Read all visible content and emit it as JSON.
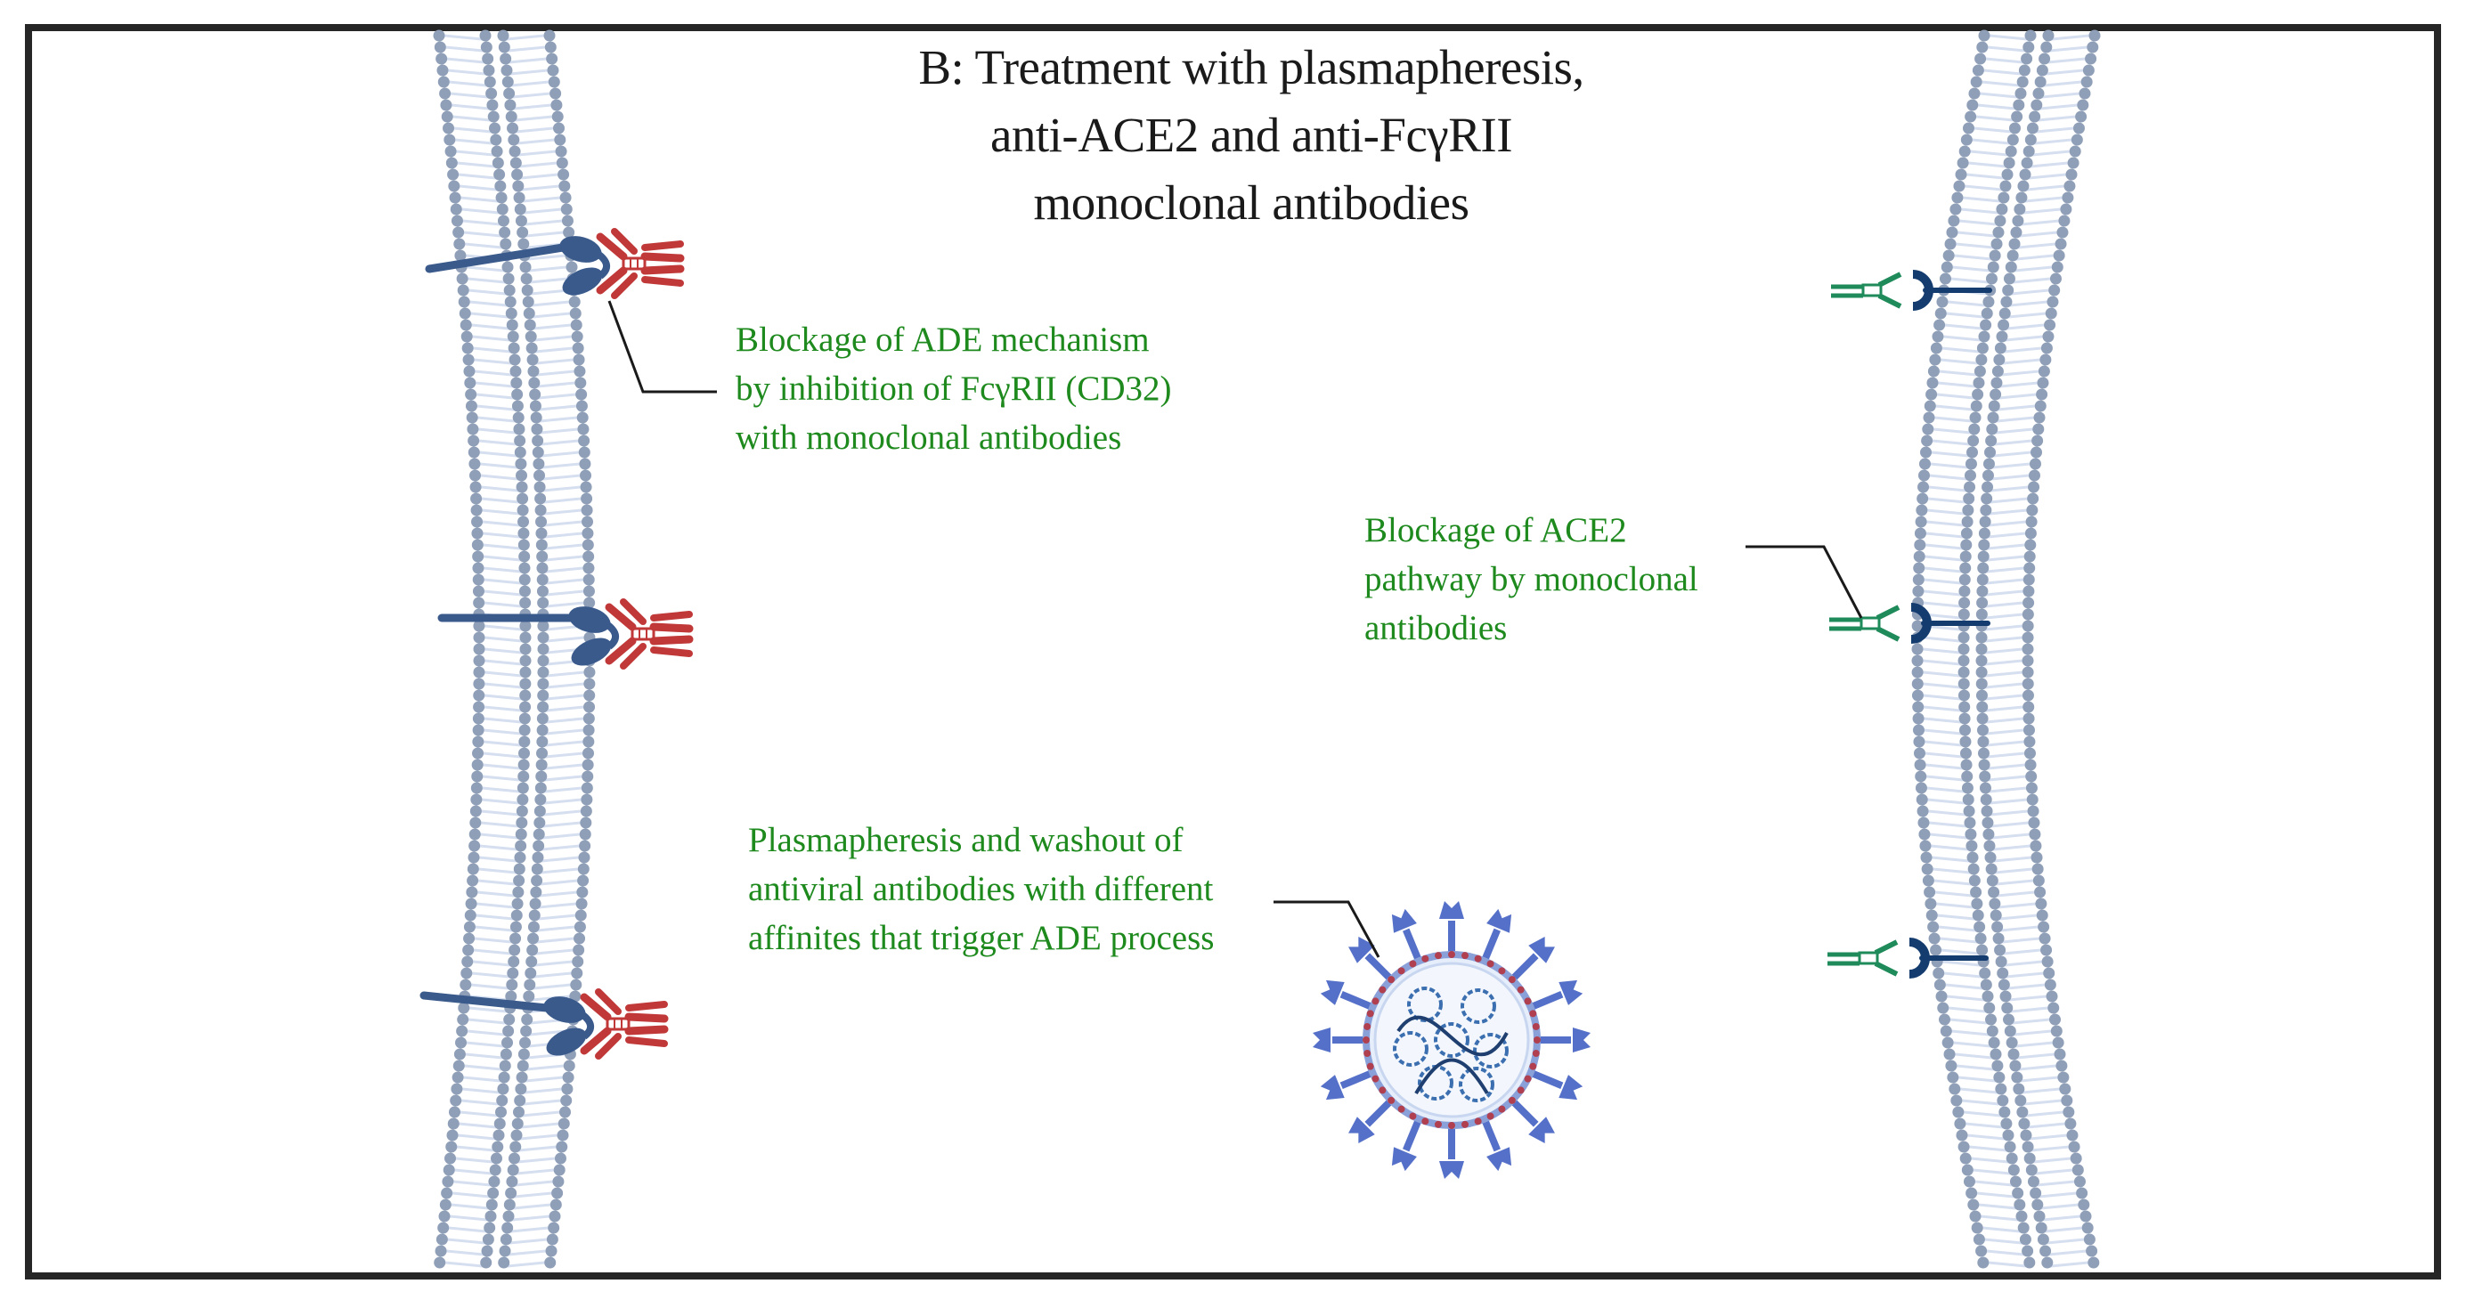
{
  "title": {
    "line1": "B: Treatment with plasmapheresis,",
    "line2": "anti-ACE2 and anti-FcγRII",
    "line3": "monoclonal antibodies"
  },
  "labels": {
    "fc": {
      "line1": "Blockage of ADE mechanism",
      "line2": "by inhibition of FcγRII (CD32)",
      "line3": "with monoclonal antibodies"
    },
    "ace2": {
      "line1": "Blockage of ACE2",
      "line2": "pathway by monoclonal",
      "line3": "antibodies"
    },
    "plasma": {
      "line1": "Plasmapheresis and washout of",
      "line2": "antiviral antibodies with different",
      "line3": "affinites that trigger ADE process"
    }
  },
  "colors": {
    "frame": "#262626",
    "title_text": "#1a1a1a",
    "label_text": "#1e8a1e",
    "membrane_head": "#8f9fb8",
    "membrane_tail": "#d5dff0",
    "receptor": "#3a5a8c",
    "anti_fc_antibody": "#c03838",
    "anti_ace2_antibody": "#1f8a5a",
    "ace2_receptor": "#143c6e",
    "virus_spike": "#5570c8",
    "virus_membrane_dots": "#b04050",
    "virus_rna": "#3b6fb0"
  }
}
